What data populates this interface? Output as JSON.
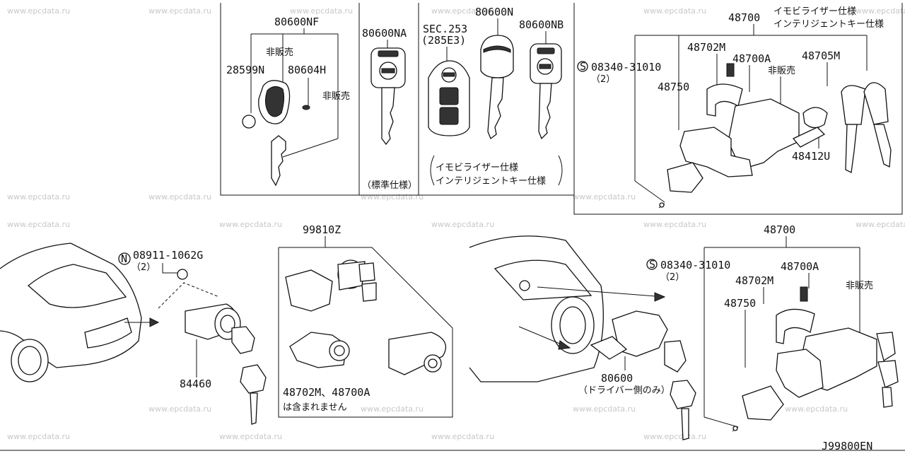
{
  "watermark": "www.epcdata.ru",
  "diagram_code": "J99800EN",
  "top_left_panel": {
    "group_80600NF": "80600NF",
    "not_sold_1": "非販売",
    "part_28599N": "28599N",
    "part_80604H": "80604H",
    "not_sold_2": "非販売"
  },
  "top_mid_panel": {
    "part_80600NA": "80600NA",
    "standard_spec": "（標準仕様）",
    "sec": "SEC.253",
    "sec_sub": "(285E3)",
    "part_80600N": "80600N",
    "part_80600NB": "80600NB",
    "immobilizer_spec_1": "イモビライザー仕様",
    "intelligent_key_spec_1": "インテリジェントキー仕様"
  },
  "top_right_panel": {
    "part_48700": "48700",
    "immobilizer_spec": "イモビライザー仕様",
    "intelligent_key_spec": "インテリジェントキー仕様",
    "bolt": "08340-31010",
    "bolt_qty": "（2）",
    "part_48702M": "48702M",
    "part_48700A": "48700A",
    "not_sold": "非販売",
    "part_48705M": "48705M",
    "part_48750": "48750",
    "part_48412U": "48412U"
  },
  "bottom_left": {
    "nut": "08911-1062G",
    "nut_qty": "（2）",
    "part_84460": "84460"
  },
  "bottom_mid": {
    "set": "99810Z",
    "excludes_parts": "48702M、48700A",
    "excludes_text": "は含まれません"
  },
  "bottom_right": {
    "part_48700": "48700",
    "bolt": "08340-31010",
    "bolt_qty": "（2）",
    "part_48700A": "48700A",
    "part_48702M": "48702M",
    "not_sold": "非販売",
    "part_48750": "48750",
    "part_80600": "80600",
    "driver_only": "（ドライバー側のみ）"
  }
}
